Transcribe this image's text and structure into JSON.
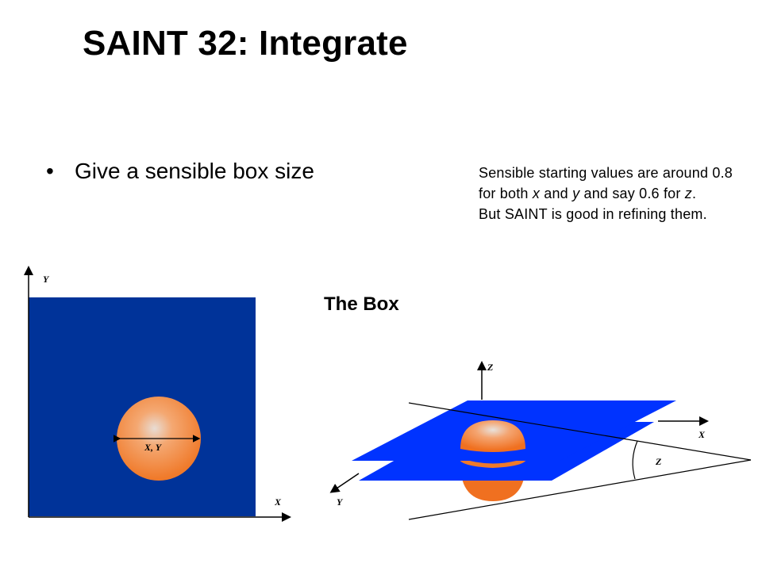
{
  "title": "SAINT 32: Integrate",
  "bullet": {
    "symbol": "•",
    "text": "Give a sensible box size"
  },
  "note": {
    "line1a": "Sensible starting values are around 0.8 for both ",
    "x": "x",
    "line1b": " and ",
    "y": "y",
    "line2a": " and say 0.6 for ",
    "z": "z",
    "line2b": ".",
    "line3": "But SAINT is good in refining them."
  },
  "box_label": "The Box",
  "figure_2d": {
    "y_axis_label": "Y",
    "x_axis_label": "X",
    "sphere_label": "X, Y",
    "box_color": "#003399",
    "sphere_color": "#f08a45"
  },
  "figure_3d": {
    "z_axis_label": "Z",
    "x_axis_label": "X",
    "y_axis_label": "Y",
    "angle_label": "Z",
    "plane_color": "#0033ff"
  }
}
